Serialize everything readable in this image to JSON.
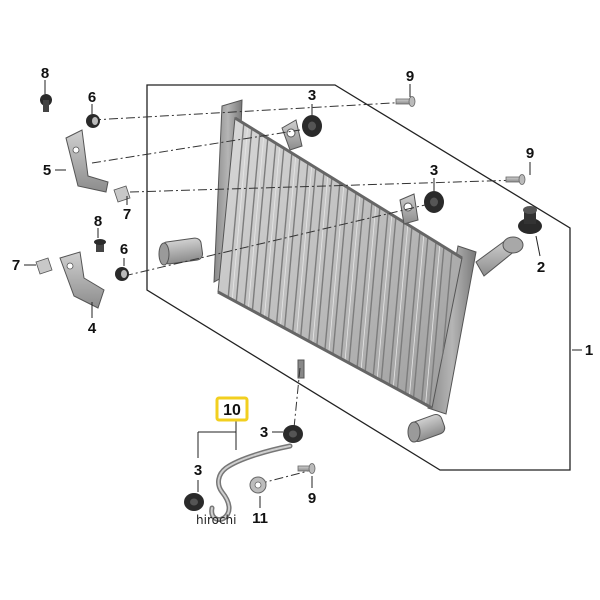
{
  "diagram": {
    "callouts": {
      "c1": "1",
      "c2": "2",
      "c3a": "3",
      "c3b": "3",
      "c3c": "3",
      "c3d": "3",
      "c4": "4",
      "c5": "5",
      "c6a": "6",
      "c6b": "6",
      "c7a": "7",
      "c7b": "7",
      "c8a": "8",
      "c8b": "8",
      "c9a": "9",
      "c9b": "9",
      "c9c": "9",
      "c10": "10",
      "c11": "11"
    },
    "highlight_color": "#f2cf1f",
    "watermark": "hirochi"
  }
}
